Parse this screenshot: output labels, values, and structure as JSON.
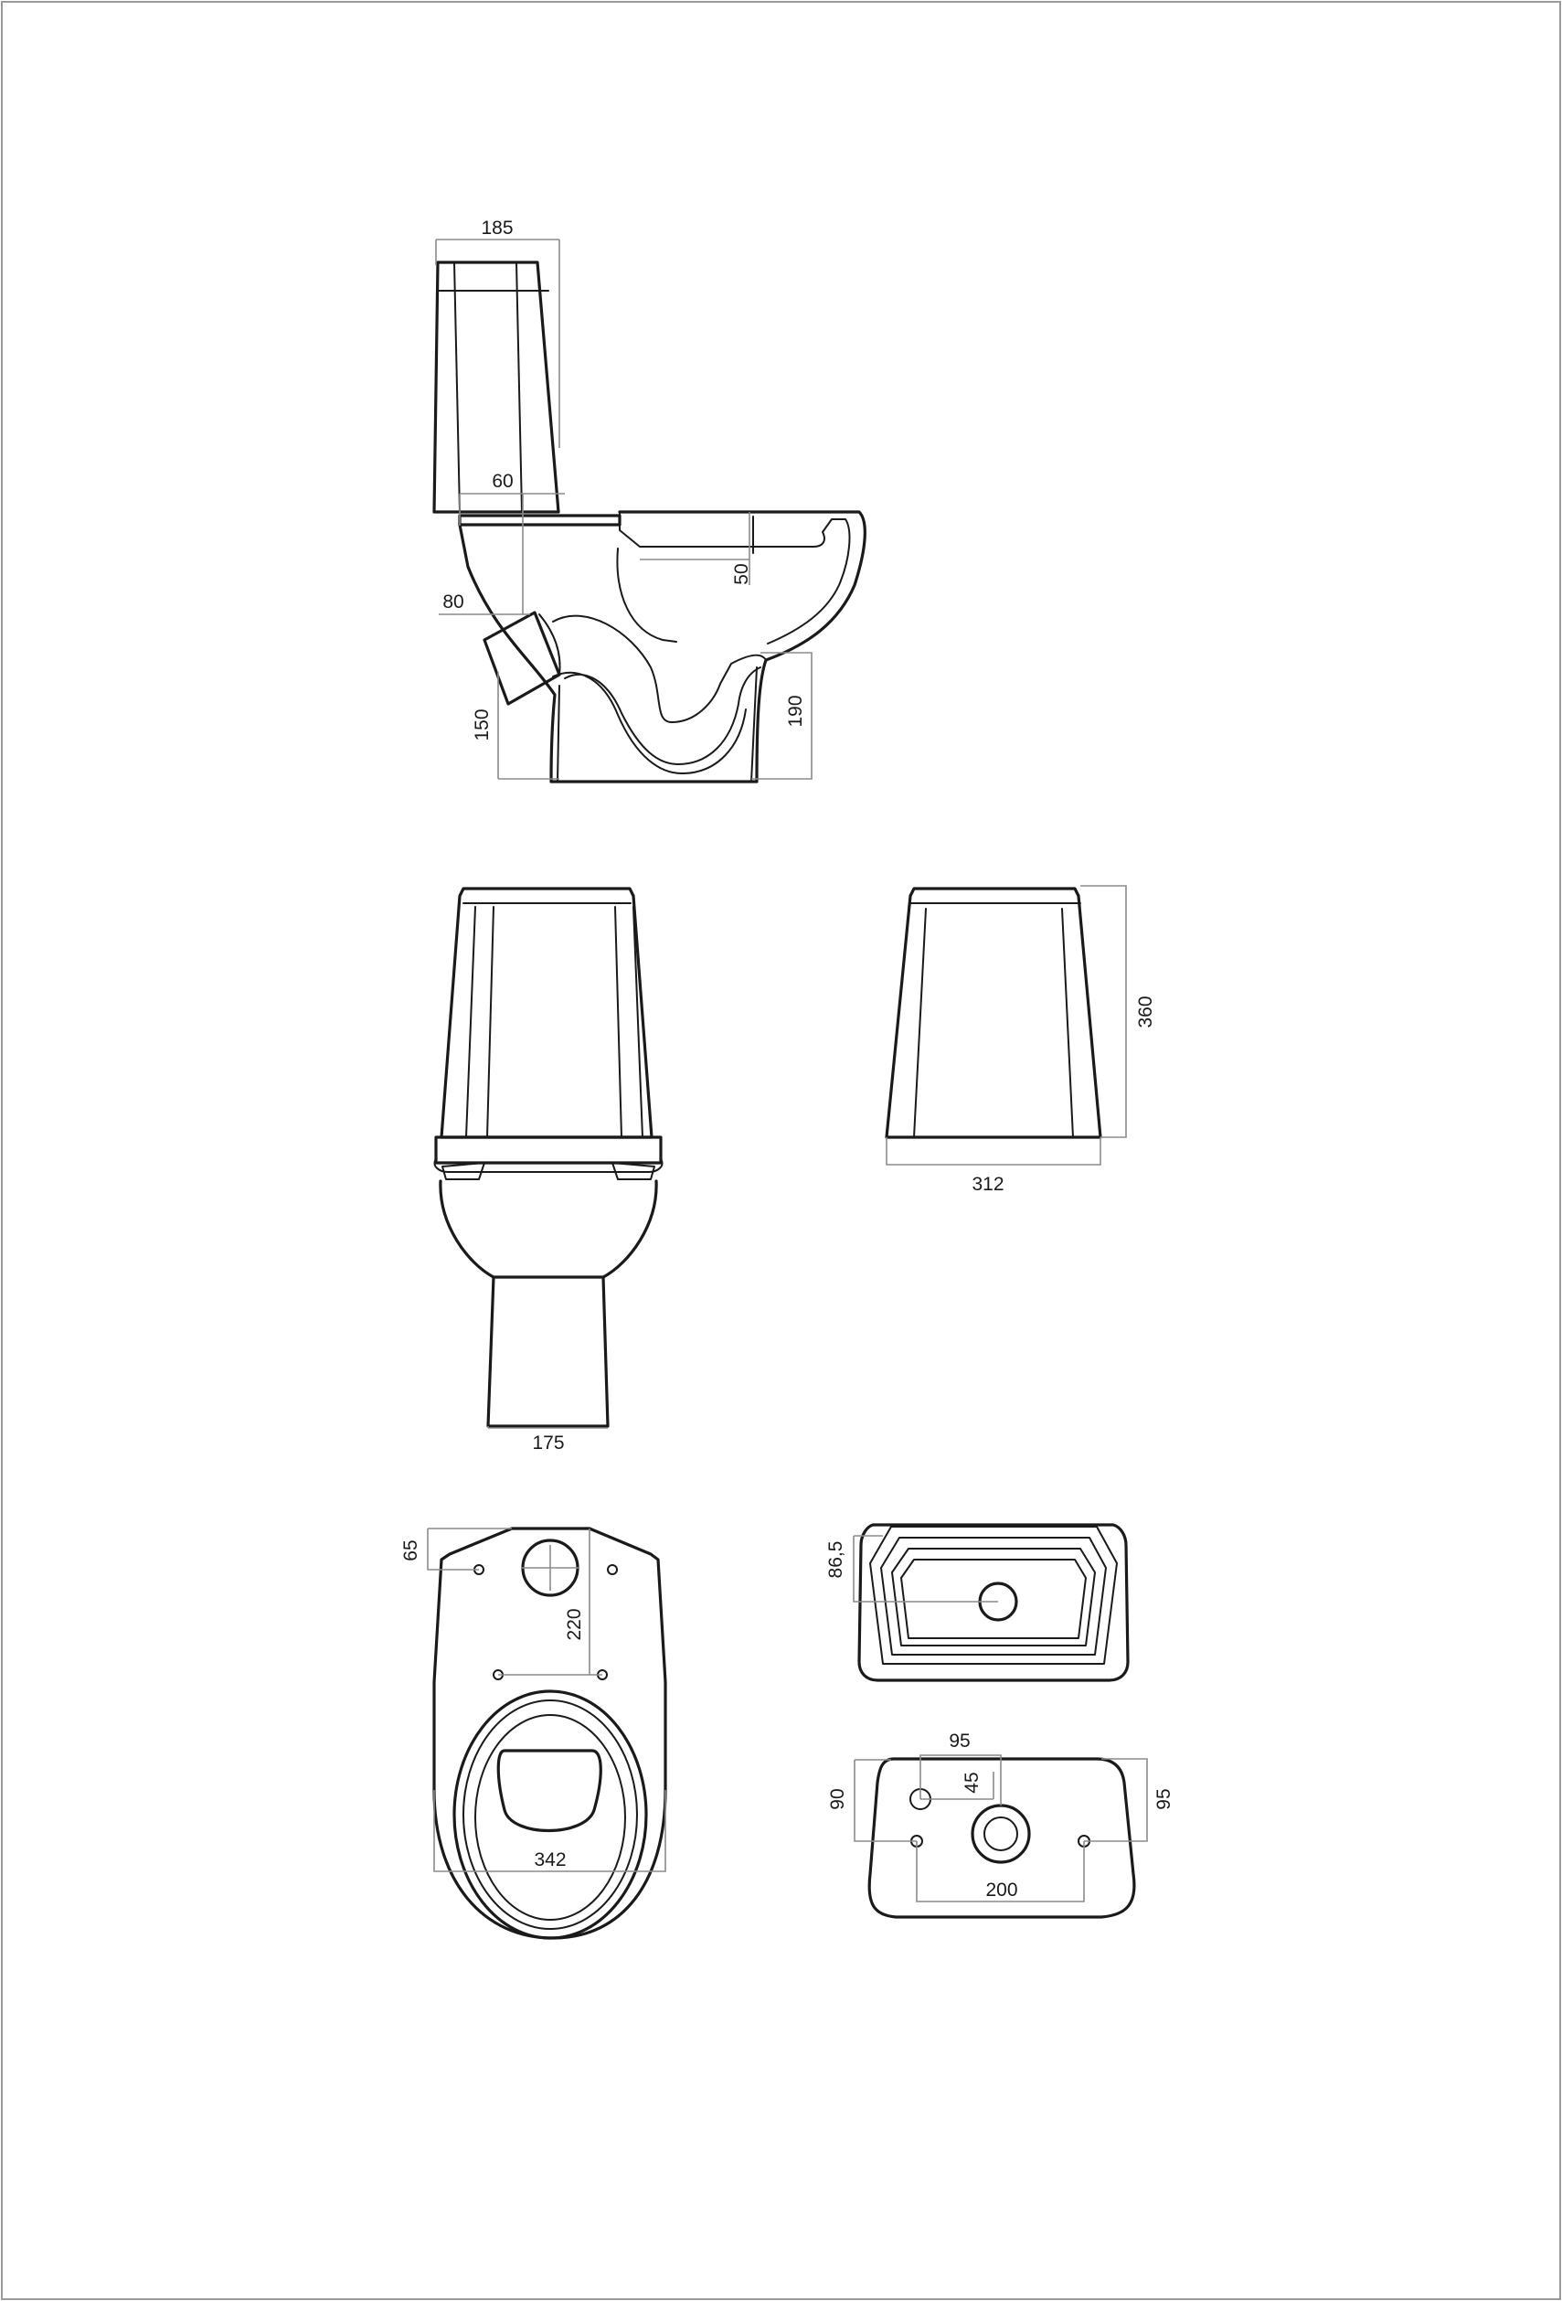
{
  "drawing": {
    "colors": {
      "line": "#1a1a1a",
      "dimension": "#8c8c8c",
      "frame": "#9a9a9a",
      "background": "#ffffff"
    },
    "side_view": {
      "dims": {
        "tank_depth": "185",
        "tank_offset": "60",
        "outlet_height": "80",
        "bowl_depth": "50",
        "outlet_center": "150",
        "base_height": "190"
      }
    },
    "front_view": {
      "dims": {
        "base_width": "175"
      }
    },
    "tank_front_view": {
      "dims": {
        "height": "360",
        "width": "312"
      }
    },
    "bowl_top_view": {
      "dims": {
        "rear_offset": "65",
        "hole_spacing": "220",
        "rim_width": "342"
      }
    },
    "tank_top_view": {
      "dims": {
        "depth": "86,5"
      }
    },
    "tank_bottom_view": {
      "dims": {
        "hole_offset_x": "95",
        "hole_offset_y": "45",
        "left_height": "90",
        "right_height": "95",
        "bolt_spacing": "200"
      }
    }
  }
}
